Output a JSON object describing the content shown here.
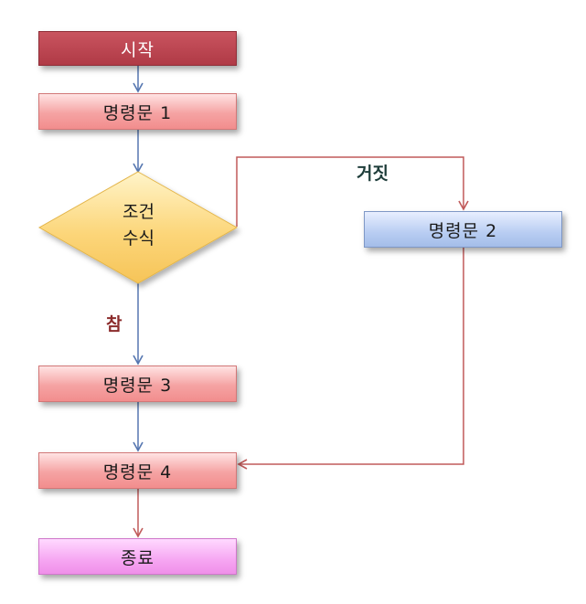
{
  "nodes": {
    "start": "시작",
    "stmt1": "명령문 1",
    "condition_line1": "조건",
    "condition_line2": "수식",
    "stmt2": "명령문 2",
    "stmt3": "명령문 3",
    "stmt4": "명령문 4",
    "end": "종료"
  },
  "edges": {
    "false_label": "거짓",
    "true_label": "참"
  },
  "colors": {
    "start_fill": "#b03a46",
    "statement_fill": "#f5a3a3",
    "stmt2_fill": "#b8cdf2",
    "end_fill": "#f6a6f2",
    "condition_fill": "#fcd67a",
    "blue_arrow": "#5576b0",
    "red_arrow": "#c05a5a",
    "false_label_color": "#1e3d3a",
    "true_label_color": "#8b2b2b"
  }
}
